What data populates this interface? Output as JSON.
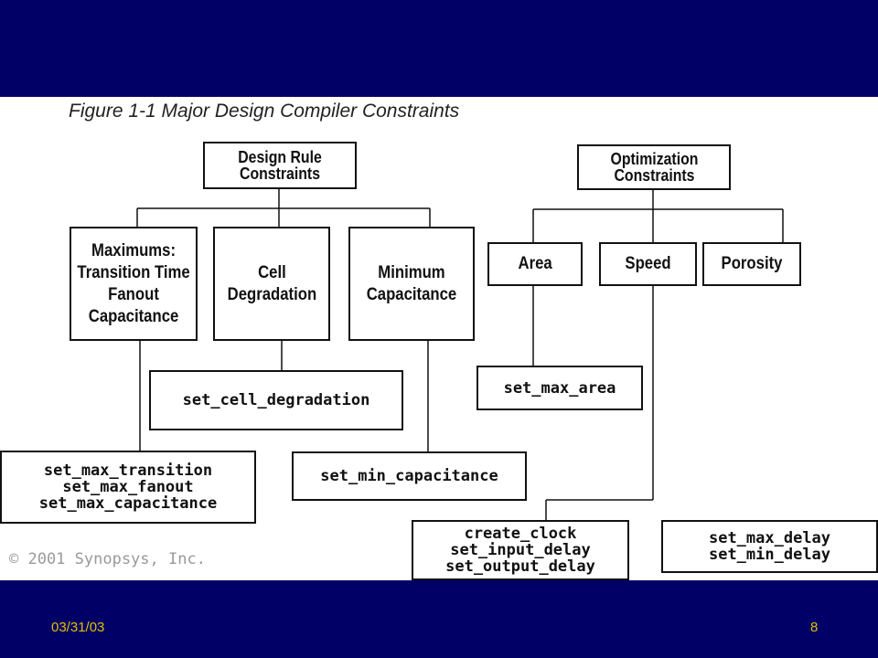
{
  "figure": {
    "caption": "Figure 1-1    Major Design Compiler Constraints",
    "copyright": "© 2001 Synopsys, Inc."
  },
  "design_rule": {
    "title": [
      "Design Rule",
      "Constraints"
    ],
    "maximums": [
      "Maximums:",
      "Transition Time",
      "Fanout",
      "Capacitance"
    ],
    "cell": [
      "Cell",
      "Degradation"
    ],
    "minimum": [
      "Minimum",
      "Capacitance"
    ],
    "cmd_cell": "set_cell_degradation",
    "cmd_max": [
      "set_max_transition",
      "set_max_fanout",
      "set_max_capacitance"
    ],
    "cmd_min": "set_min_capacitance"
  },
  "optimization": {
    "title": [
      "Optimization",
      "Constraints"
    ],
    "area": "Area",
    "speed": "Speed",
    "porosity": "Porosity",
    "cmd_area": "set_max_area",
    "cmd_clock": [
      "create_clock",
      "set_input_delay",
      "set_output_delay"
    ],
    "cmd_delay": [
      "set_max_delay",
      "set_min_delay"
    ]
  },
  "footer": {
    "date": "03/31/03",
    "page": "8"
  }
}
